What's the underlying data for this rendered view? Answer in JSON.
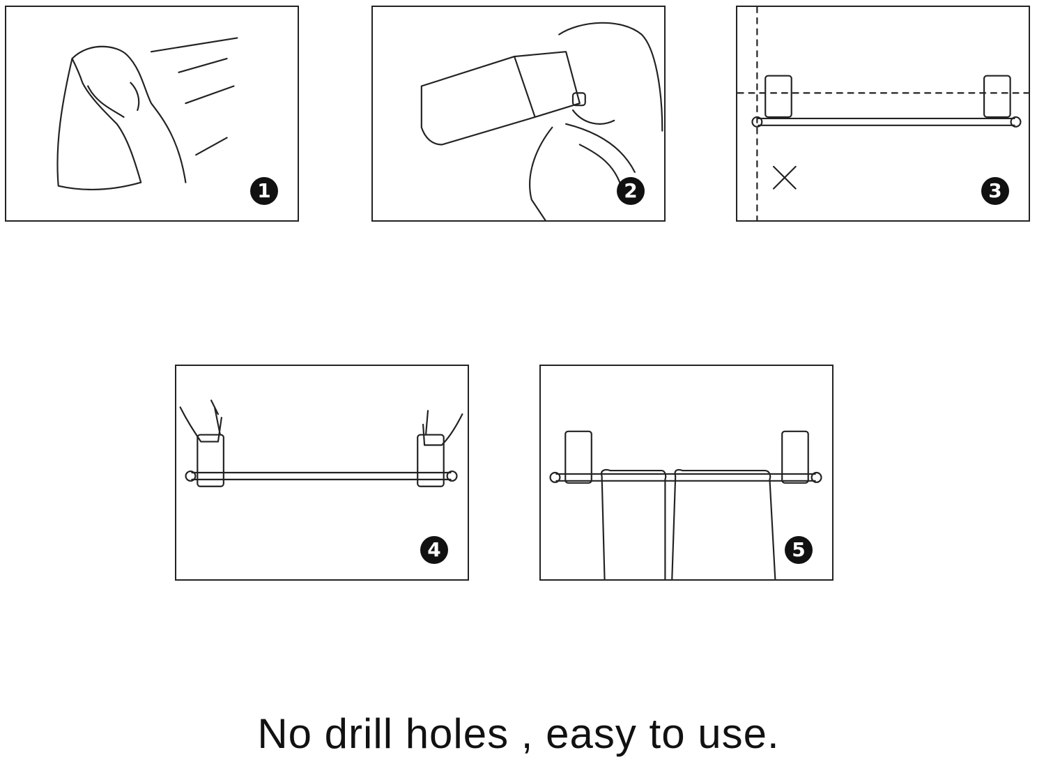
{
  "steps": [
    {
      "number": "1",
      "icon": "wipe-surface-cloth"
    },
    {
      "number": "2",
      "icon": "peel-adhesive-backing"
    },
    {
      "number": "3",
      "icon": "position-towel-bar"
    },
    {
      "number": "4",
      "icon": "press-mounts-to-wall"
    },
    {
      "number": "5",
      "icon": "hang-towels"
    }
  ],
  "caption": "No drill holes , easy to use."
}
